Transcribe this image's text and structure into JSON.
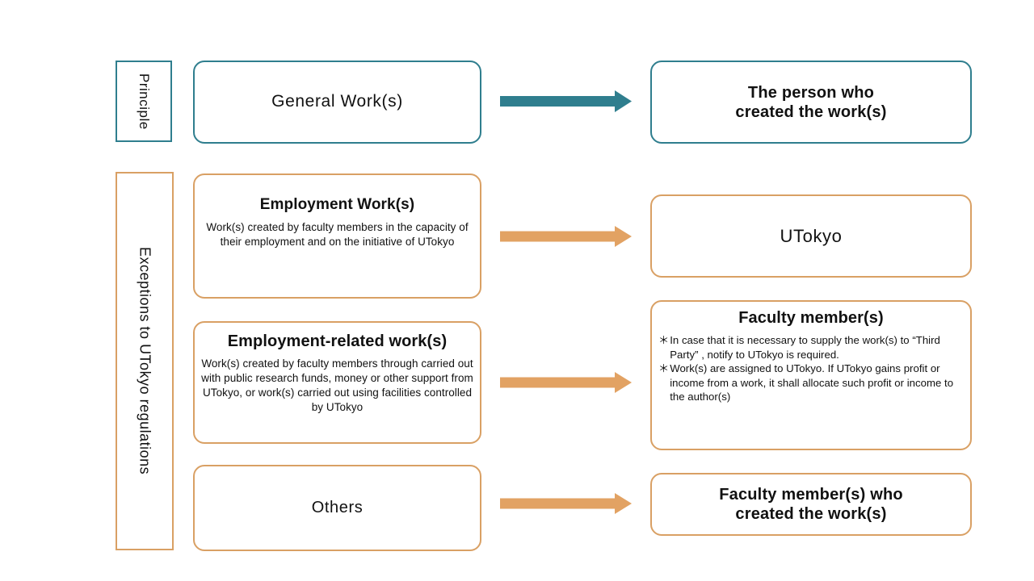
{
  "colors": {
    "teal": "#2F7E8E",
    "orange": "#D9A064",
    "arrow_teal": "#2F7E8E",
    "arrow_orange": "#E2A263",
    "text": "#111111",
    "background": "#FFFFFF"
  },
  "sections": {
    "principle": {
      "label": "Principle"
    },
    "exceptions": {
      "label": "Exceptions to UTokyo regulations"
    }
  },
  "rows": [
    {
      "id": "general-work",
      "category": "principle",
      "left": {
        "title": "General Work(s)",
        "description": ""
      },
      "arrow": {
        "color": "#2F7E8E",
        "name": "arrow-right-teal"
      },
      "right": {
        "title": "The person who\ncreated the work(s)",
        "title_line1": "The person who",
        "title_line2": "created the work(s)",
        "notes": []
      }
    },
    {
      "id": "employment-work",
      "category": "exceptions",
      "left": {
        "title": "Employment Work(s)",
        "description": "Work(s) created by faculty members in the capacity of their employment and on the initiative of UTokyo"
      },
      "arrow": {
        "color": "#E2A263",
        "name": "arrow-right-orange"
      },
      "right": {
        "title": "UTokyo",
        "notes": []
      }
    },
    {
      "id": "employment-related-work",
      "category": "exceptions",
      "left": {
        "title": "Employment-related work(s)",
        "description": "Work(s) created by faculty members through carried out with public research funds, money or other support from UTokyo, or work(s) carried out using facilities controlled by UTokyo"
      },
      "arrow": {
        "color": "#E2A263",
        "name": "arrow-right-orange"
      },
      "right": {
        "title": "Faculty member(s)",
        "notes": [
          "In case that it is necessary to supply the work(s) to  “Third Party” , notify to UTokyo is required.",
          "Work(s) are assigned to UTokyo. If UTokyo gains profit or income from a work, it shall allocate such profit or income to the author(s)"
        ],
        "note_marker": "＊"
      }
    },
    {
      "id": "others",
      "category": "exceptions",
      "left": {
        "title": "Others",
        "description": ""
      },
      "arrow": {
        "color": "#E2A263",
        "name": "arrow-right-orange"
      },
      "right": {
        "title_line1": "Faculty member(s) who",
        "title_line2": "created the work(s)",
        "notes": []
      }
    }
  ]
}
